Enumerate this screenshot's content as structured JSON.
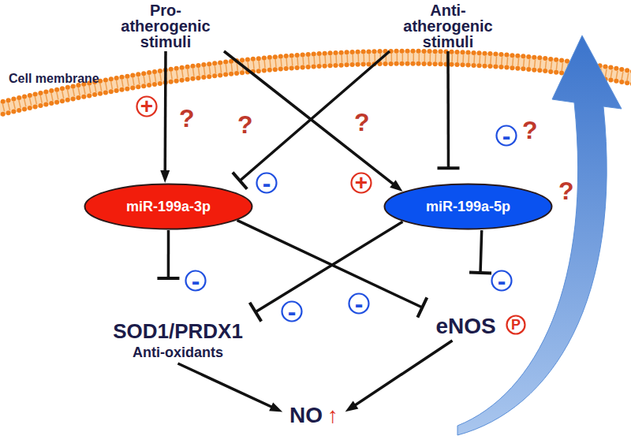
{
  "diagram": {
    "nodes": [
      {
        "text": [
          "Pro-atherogenic stimuli"
        ]
      },
      {
        "text": [
          "Anti-atherogenic stimuli"
        ]
      },
      {
        "text": [
          "+"
        ]
      },
      {
        "text": [
          "-"
        ]
      },
      {
        "text": [
          "+"
        ]
      },
      {
        "text": [
          "-"
        ]
      },
      {
        "text": [
          "miR-199a-3p"
        ]
      },
      {
        "text": [
          "miR-199a-5p"
        ]
      },
      {
        "text": [
          "-"
        ]
      },
      {
        "text": [
          "-"
        ]
      },
      {
        "text": [
          "-"
        ]
      },
      {
        "text": [
          "-"
        ]
      },
      {
        "text": [
          "SOD1/PRDX1",
          "Anti-oxidants"
        ]
      },
      {
        "text": [
          "eNOS"
        ]
      },
      {
        "text": [
          "P"
        ]
      },
      {
        "text": [
          "NO",
          "↑"
        ]
      }
    ],
    "edges": [
      {
        "from": 0,
        "to": 6,
        "arrow": "to"
      },
      {
        "from": 0,
        "to": 7,
        "arrow": "to"
      },
      {
        "from": 1,
        "to": 6,
        "arrow": "to"
      },
      {
        "from": 1,
        "to": 7,
        "arrow": "to"
      },
      {
        "from": 6,
        "to": 12,
        "arrow": "to"
      },
      {
        "from": 6,
        "to": 13,
        "arrow": "to"
      },
      {
        "from": 7,
        "to": 12,
        "arrow": "to"
      },
      {
        "from": 7,
        "to": 13,
        "arrow": "to"
      },
      {
        "from": 12,
        "to": 15,
        "arrow": "to"
      },
      {
        "from": 13,
        "to": 15,
        "arrow": "to"
      }
    ],
    "labels": [
      "Cell membrane",
      "?",
      "?",
      "?",
      "?",
      "?"
    ]
  }
}
